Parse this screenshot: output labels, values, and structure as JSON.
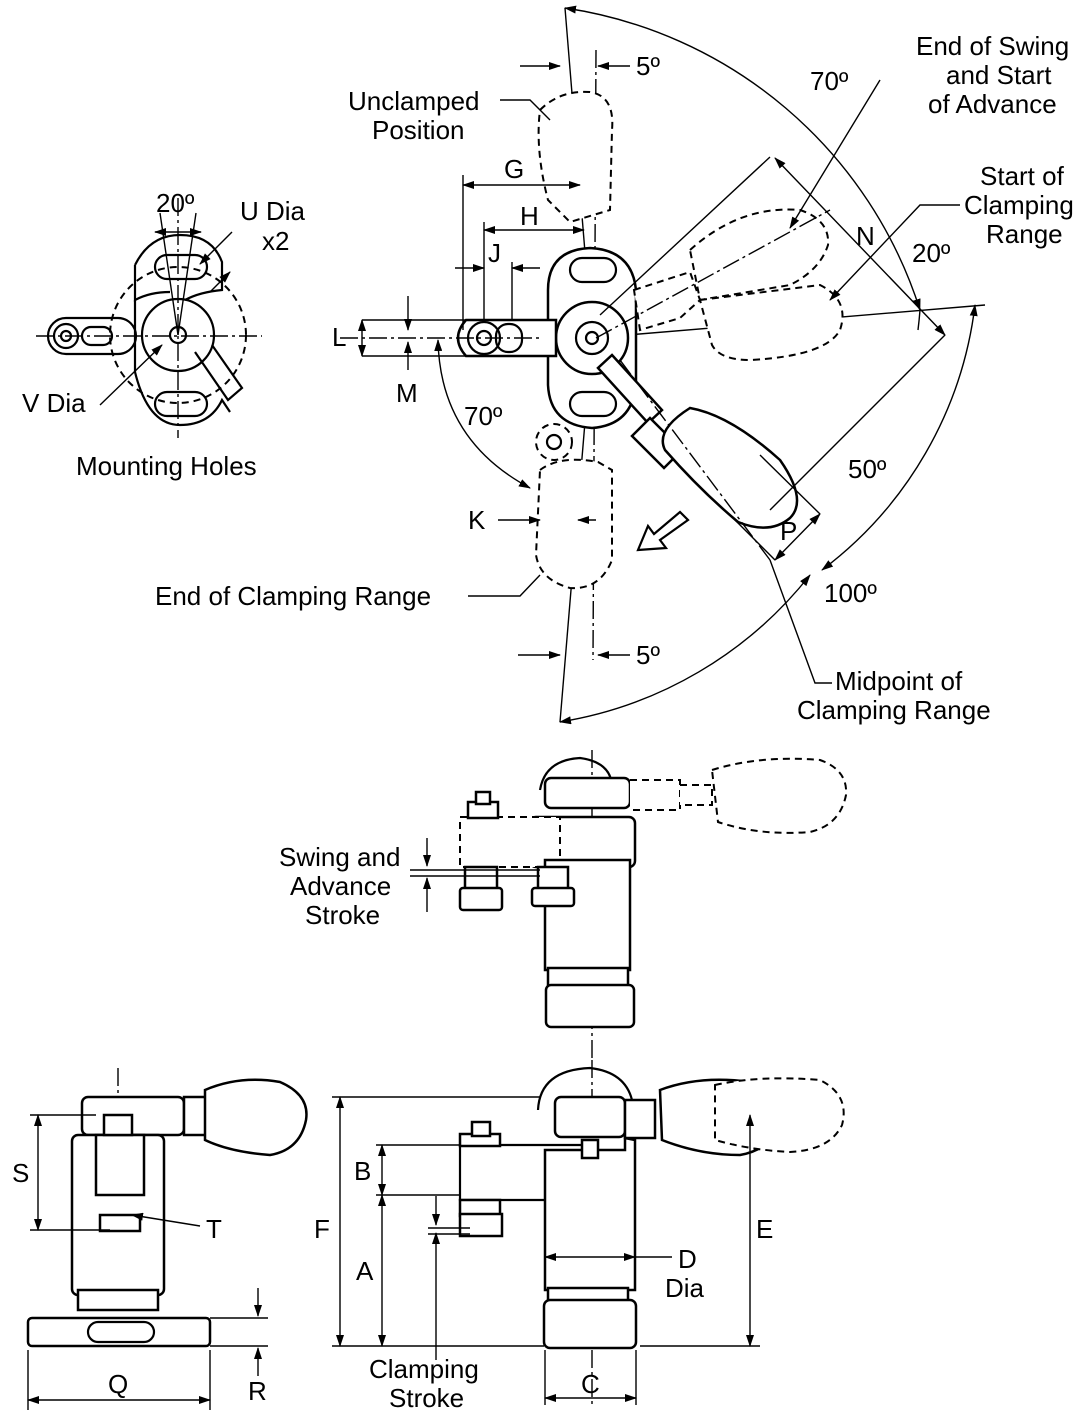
{
  "labels": {
    "angle_20_mount": "20º",
    "u_dia": "U Dia",
    "u_x2": "x2",
    "v_dia": "V Dia",
    "mounting_holes": "Mounting Holes",
    "unclamped_1": "Unclamped",
    "unclamped_2": "Position",
    "angle_5_top": "5º",
    "angle_70_top": "70º",
    "end_swing_1": "End of Swing",
    "end_swing_2": "and Start",
    "end_swing_3": "of Advance",
    "start_clamp_1": "Start of",
    "start_clamp_2": "Clamping",
    "start_clamp_3": "Range",
    "angle_20_right": "20º",
    "dim_g": "G",
    "dim_h": "H",
    "dim_j": "J",
    "dim_l": "L",
    "dim_m": "M",
    "dim_n": "N",
    "dim_k": "K",
    "dim_p": "P",
    "angle_70_left": "70º",
    "angle_50": "50º",
    "angle_100": "100º",
    "end_clamp": "End of Clamping Range",
    "angle_5_bottom": "5º",
    "midpoint_1": "Midpoint of",
    "midpoint_2": "Clamping Range",
    "swing_1": "Swing and",
    "swing_2": "Advance",
    "swing_3": "Stroke",
    "dim_s": "S",
    "dim_t": "T",
    "dim_q": "Q",
    "dim_r": "R",
    "dim_b": "B",
    "dim_f": "F",
    "dim_a": "A",
    "dim_e": "E",
    "dim_d": "D",
    "dim_d_dia": "Dia",
    "dim_c": "C",
    "clamping_stroke_1": "Clamping",
    "clamping_stroke_2": "Stroke"
  }
}
